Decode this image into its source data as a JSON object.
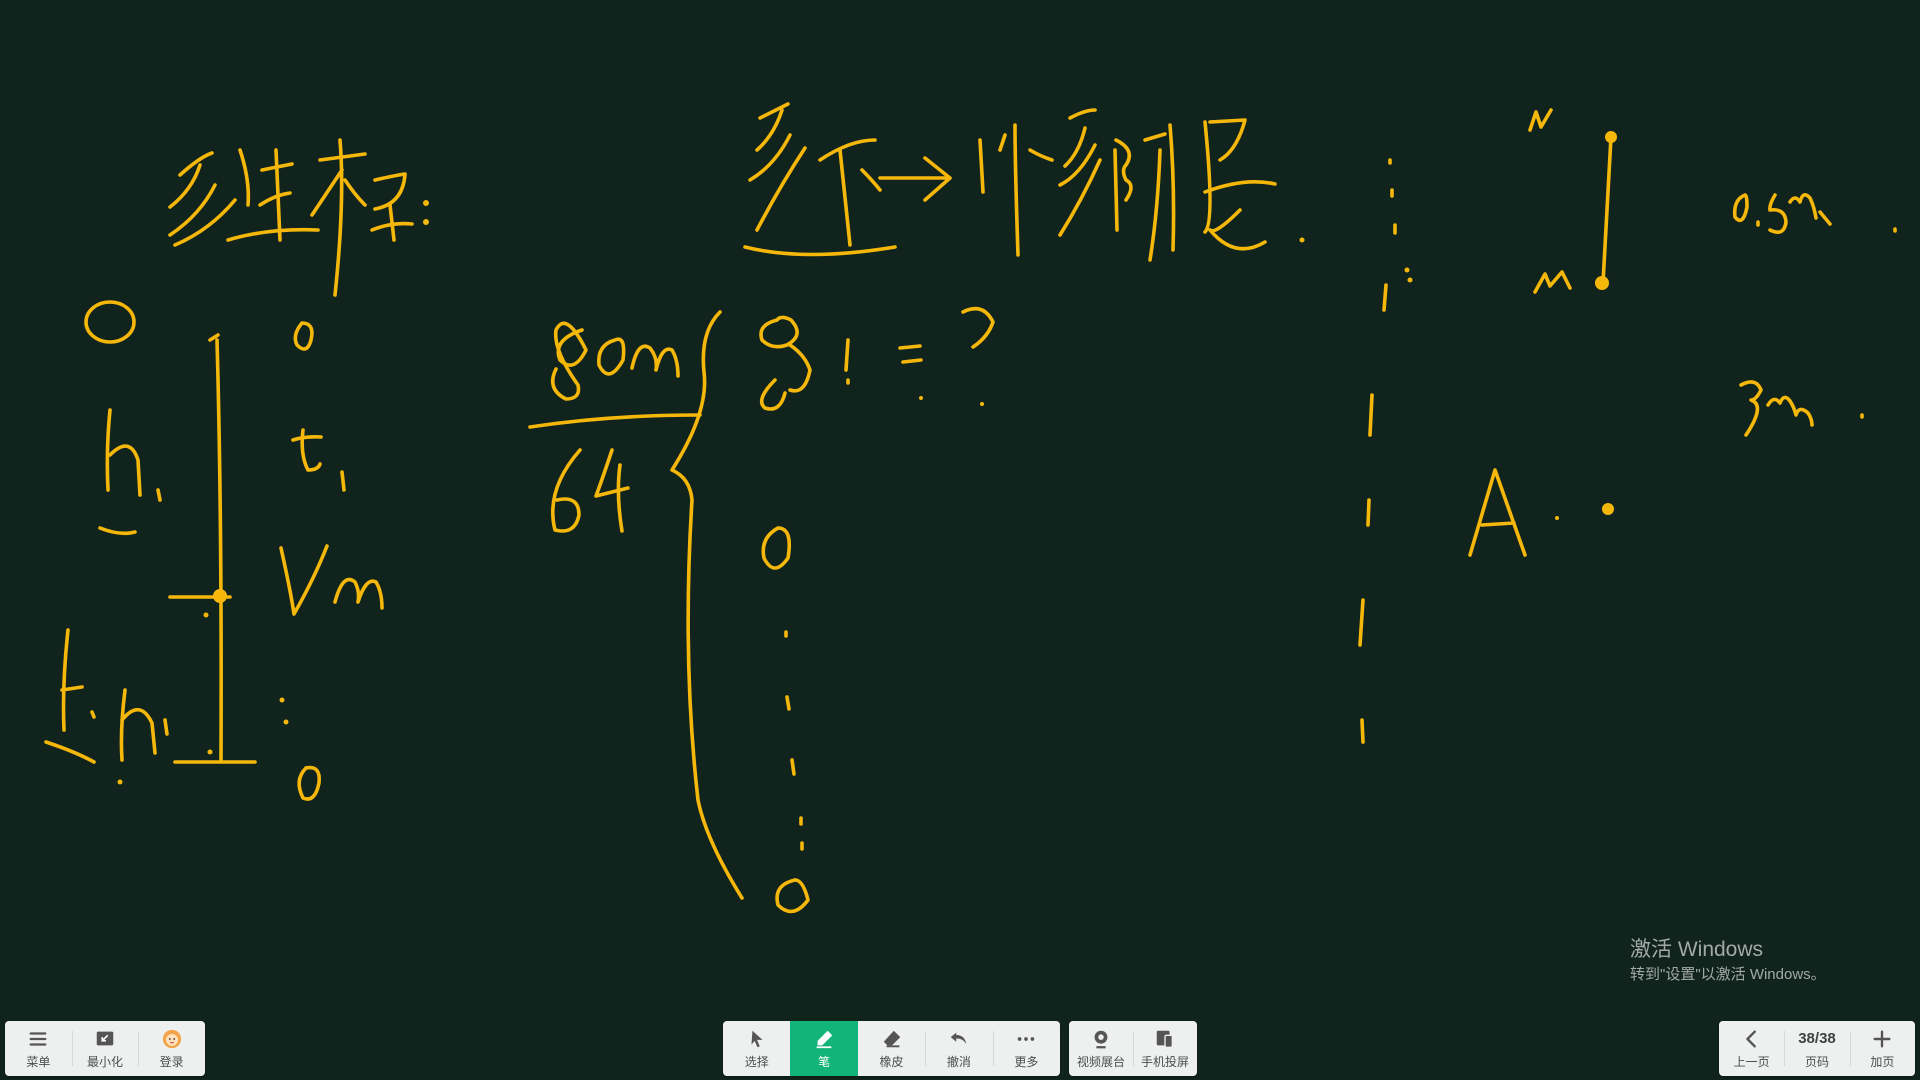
{
  "app": {
    "name": "whiteboard",
    "canvas_color": "#10241d",
    "ink_color": "#f4b70a",
    "accent": "#12b47a"
  },
  "watermark": {
    "title": "激活 Windows",
    "subtitle": "转到\"设置\"以激活 Windows。"
  },
  "toolbar_left": {
    "menu_label": "菜单",
    "minimize_label": "最小化",
    "login_label": "登录"
  },
  "toolbar_center": {
    "select_label": "选择",
    "pen_label": "笔",
    "eraser_label": "橡皮",
    "undo_label": "撤消",
    "more_label": "更多",
    "active_tool": "pen"
  },
  "toolbar_media": {
    "camera_label": "视频展台",
    "phone_label": "手机投屏"
  },
  "toolbar_right": {
    "prev_label": "上一页",
    "page_indicator": "38/38",
    "page_label": "页码",
    "add_label": "加页"
  },
  "icons": {
    "menu": "hamburger-icon",
    "minimize": "minimize-window-icon",
    "login": "avatar-icon",
    "select": "cursor-arrow-icon",
    "pen": "pen-icon",
    "eraser": "eraser-icon",
    "undo": "undo-icon",
    "more": "more-dots-icon",
    "camera": "camera-icon",
    "phone": "phone-cast-icon",
    "prev": "chevron-left-icon",
    "add": "plus-icon"
  }
}
